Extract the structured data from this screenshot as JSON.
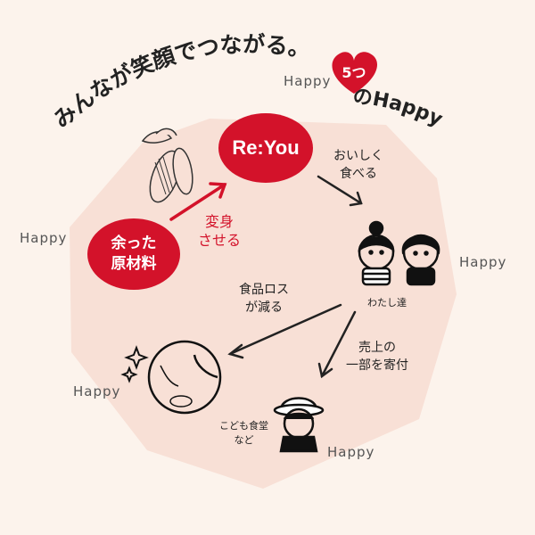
{
  "title": {
    "line_left": "みんなが笑顔でつながる。",
    "badge": "5つ",
    "line_right": "のHappy"
  },
  "happy_labels": [
    "Happy",
    "Happy",
    "Happy",
    "Happy",
    "Happy"
  ],
  "nodes": {
    "reyou": "Re:You",
    "ingredients": [
      "余った",
      "原材料"
    ],
    "people": "わたし達",
    "children": [
      "こども食堂",
      "など"
    ]
  },
  "arrows": {
    "transform": [
      "変身",
      "させる"
    ],
    "eat": [
      "おいしく",
      "食べる"
    ],
    "food_loss": [
      "食品ロス",
      "が減る"
    ],
    "donate": [
      "売上の",
      "一部を寄付"
    ]
  },
  "colors": {
    "background": "#fcf3ec",
    "polygon": "#f8e0d6",
    "accent_red": "#d3122a",
    "ink": "#222222"
  }
}
